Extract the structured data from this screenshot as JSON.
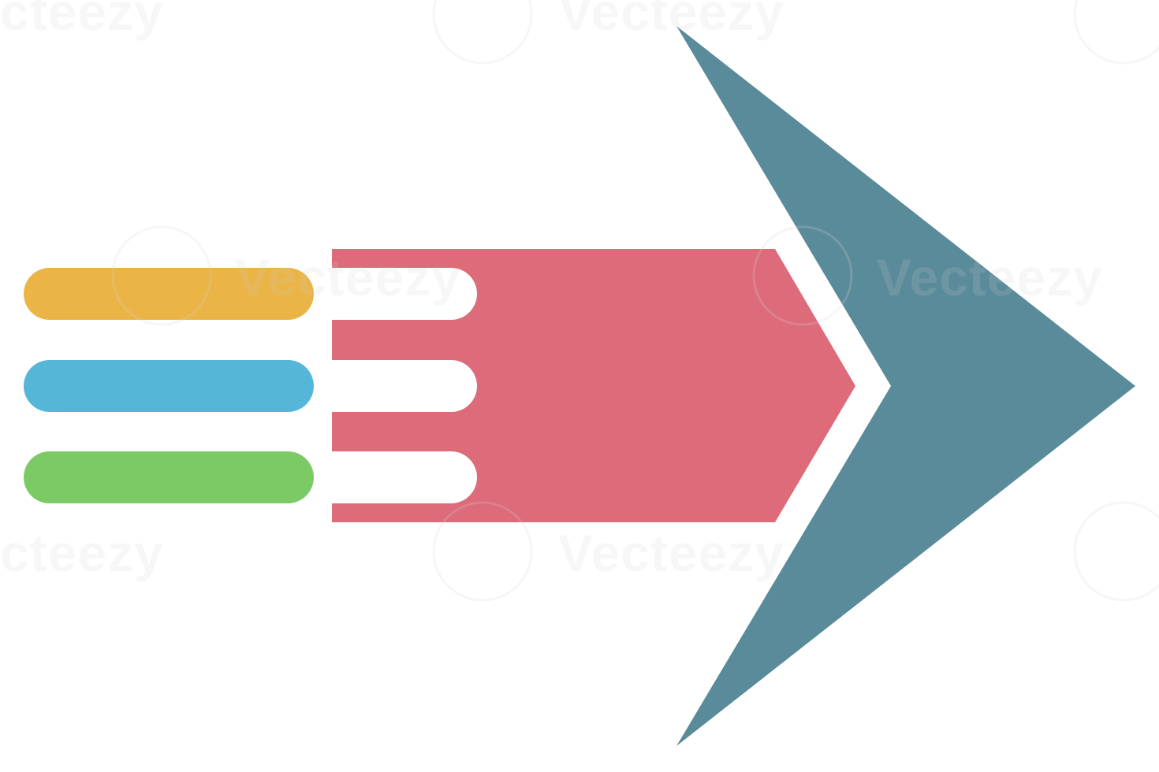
{
  "graphic": {
    "stripes": [
      {
        "name": "stripe-orange",
        "color": "#EBB446"
      },
      {
        "name": "stripe-blue",
        "color": "#56B6D8"
      },
      {
        "name": "stripe-green",
        "color": "#7CCA65"
      }
    ],
    "arrow_body_color": "#DD6B7A",
    "arrow_head_color": "#5A8B9A",
    "background_color": "#FFFFFF"
  },
  "watermark": {
    "text": "Vecteezy",
    "fragments": [
      "cteezy",
      "Vecteezy",
      "Vecteezy",
      "Vecteezy",
      "cteezy",
      "Vecteezy"
    ]
  }
}
